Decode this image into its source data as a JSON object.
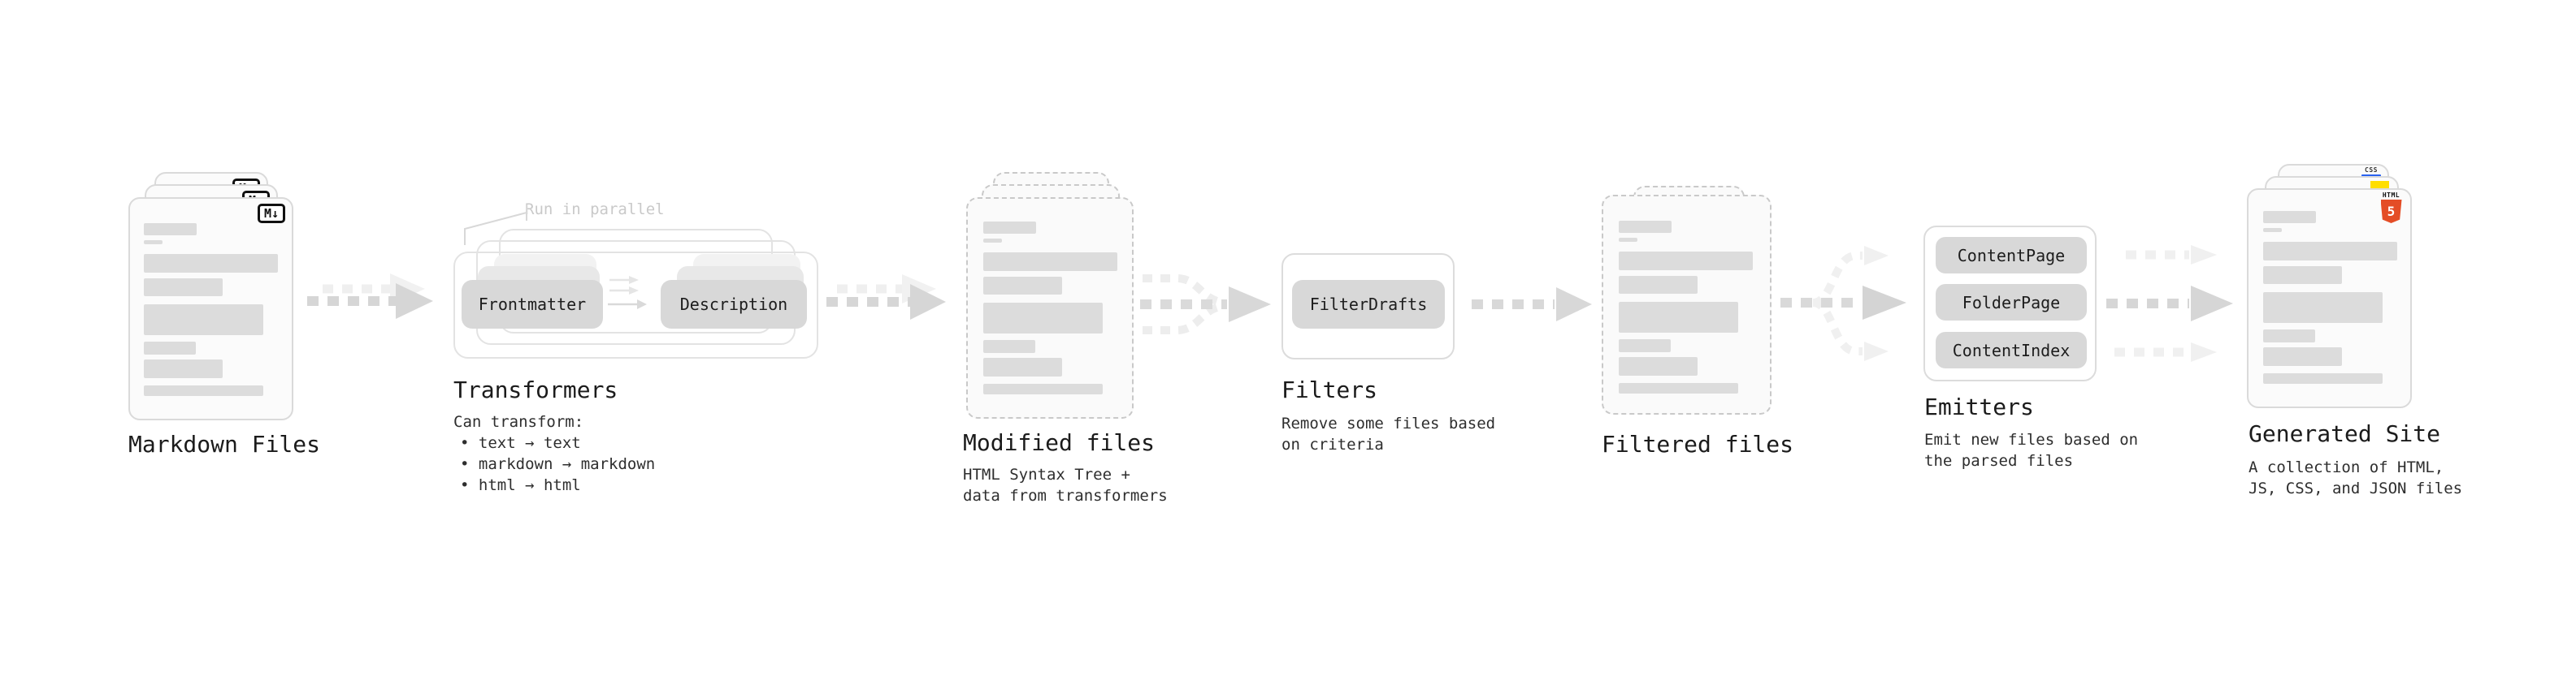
{
  "stages": {
    "markdown": {
      "label": "Markdown Files",
      "badge": "M↓"
    },
    "transformers": {
      "label": "Transformers",
      "note": "Run in parallel",
      "pill_left": "Frontmatter",
      "pill_right": "Description",
      "desc_title": "Can transform:",
      "bullets": [
        "• text → text",
        "• markdown → markdown",
        "• html → html"
      ]
    },
    "modified": {
      "label": "Modified files",
      "desc_line1": "HTML Syntax Tree +",
      "desc_line2": "data from transformers"
    },
    "filters": {
      "label": "Filters",
      "pill": "FilterDrafts",
      "desc_line1": "Remove some files based",
      "desc_line2": "on criteria"
    },
    "filtered": {
      "label": "Filtered files"
    },
    "emitters": {
      "label": "Emitters",
      "pills": [
        "ContentPage",
        "FolderPage",
        "ContentIndex"
      ],
      "desc_line1": "Emit new files based on",
      "desc_line2": "the parsed files"
    },
    "generated": {
      "label": "Generated Site",
      "desc_line1": "A collection of HTML,",
      "desc_line2": "JS, CSS, and JSON files",
      "css_badge": "CSS",
      "html_badge_text": "HTML",
      "html_badge_number": "5"
    }
  },
  "colors": {
    "html5_orange": "#e44d26",
    "js_yellow": "#ffde00",
    "css_blue": "#2962f0",
    "arrow_gray": "#d6d6d6",
    "arrow_light": "#efefef",
    "pill_gray": "#d8d8d8",
    "bar_gray": "#dcdcdc",
    "card_border": "#dadada",
    "dashed_border": "#c9c9c9",
    "note_gray": "#c9c9c9"
  }
}
